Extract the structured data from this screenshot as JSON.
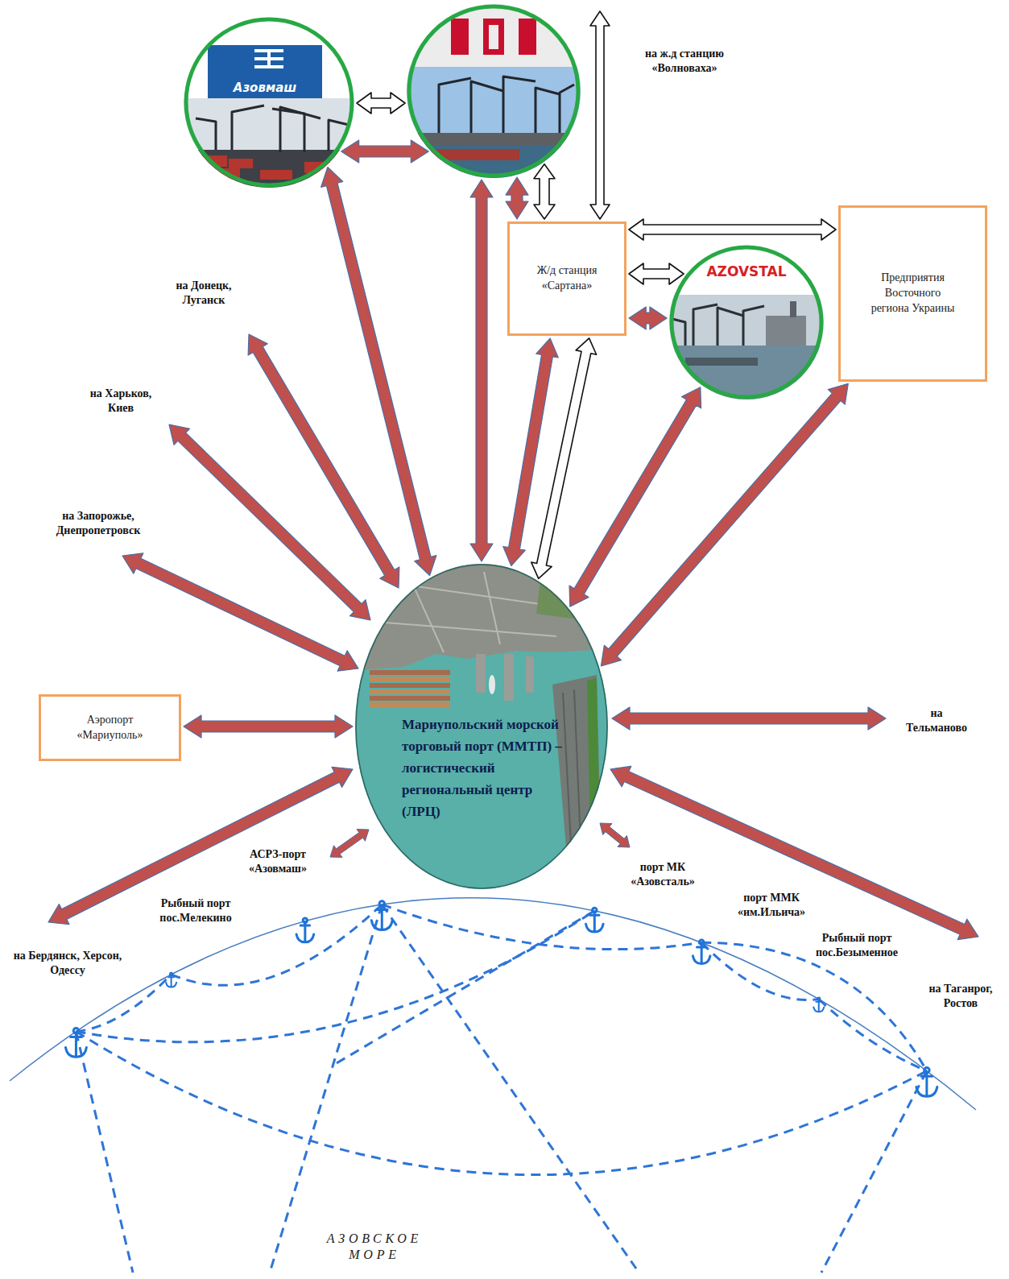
{
  "diagram": {
    "nodes": [
      {
        "text": [
          "Азовмаш"
        ]
      },
      {
        "text": []
      },
      {
        "text": [
          "Ж/д станция «Сартана»"
        ]
      },
      {
        "text": [
          "AZOVSTAL"
        ]
      },
      {
        "text": [
          "Предприятия Восточного региона Украины"
        ]
      },
      {
        "text": [
          "Аэропорт «Мариуполь»"
        ]
      },
      {
        "text": [
          "Мариупольский морской торговый порт (ММТП) – логистический региональный центр (ЛРЦ)"
        ]
      }
    ],
    "edges": [
      {
        "from": 0,
        "to": 1,
        "arrow": "both"
      },
      {
        "from": 0,
        "to": 1,
        "arrow": "both"
      },
      {
        "from": 1,
        "to": 2,
        "arrow": "both"
      },
      {
        "from": 1,
        "to": 2,
        "arrow": "both"
      },
      {
        "from": 2,
        "to": 3,
        "arrow": "both"
      },
      {
        "from": 2,
        "to": 3,
        "arrow": "both"
      },
      {
        "from": 2,
        "to": 4,
        "arrow": "both"
      },
      {
        "from": 2,
        "to": 6,
        "arrow": "both"
      },
      {
        "from": 2,
        "to": 6,
        "arrow": "both"
      },
      {
        "from": 0,
        "to": 6,
        "arrow": "both"
      },
      {
        "from": 1,
        "to": 6,
        "arrow": "both"
      },
      {
        "from": 3,
        "to": 6,
        "arrow": "both"
      },
      {
        "from": 4,
        "to": 6,
        "arrow": "both"
      },
      {
        "from": 5,
        "to": 6,
        "arrow": "both"
      }
    ],
    "labels": [
      "на ж.д станцию «Волноваха»",
      "на Донецк, Луганск",
      "на Харьков, Киев",
      "на Запорожье, Днепропетровск",
      "на Тельманово",
      "АСРЗ-порт «Азовмаш»",
      "порт МК «Азовсталь»",
      "порт ММК «им.Ильича»",
      "Рыбный порт пос.Мелекино",
      "Рыбный порт пос.Безыменное",
      "на Бердянск, Херсон, Одессу",
      "на Таганрог, Ростов",
      "АЗОВСКОЕ МОРЕ"
    ]
  }
}
